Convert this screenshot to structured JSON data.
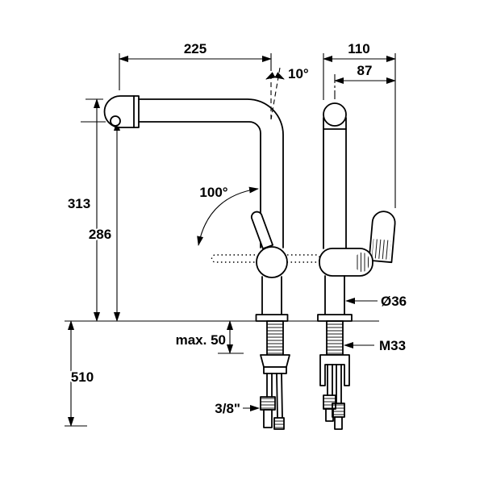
{
  "dimensions": {
    "spout_reach": "225",
    "spout_tilt_angle": "10°",
    "depth_overall": "110",
    "depth_lever": "87",
    "height_spout_top": "313",
    "height_spout_underside": "286",
    "lever_swing_angle": "100°",
    "length_below_deck": "510",
    "deck_thickness_max": "max. 50",
    "body_diameter": "Ø36",
    "mounting_thread": "M33",
    "hose_connection": "3/8\""
  }
}
